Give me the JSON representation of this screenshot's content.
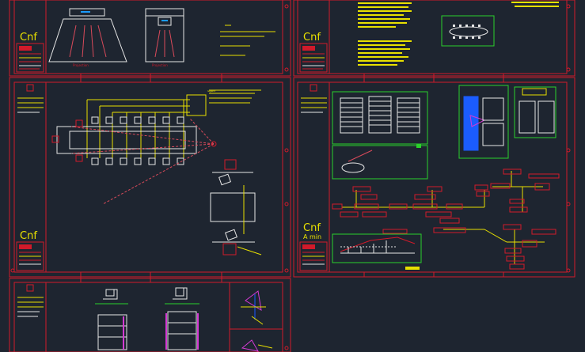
{
  "drawing": {
    "background": "#1e2530",
    "frame_color": "#d11a2a",
    "accent_yellow": "#e8e000",
    "accent_green": "#2bd12b",
    "accent_blue": "#1b5cff",
    "accent_magenta": "#d43ad4",
    "text_white": "#e6e6e6"
  },
  "sheets": [
    {
      "id": "sheet-top-left",
      "logo": "Cnf",
      "sub": ""
    },
    {
      "id": "sheet-top-right",
      "logo": "Cnf",
      "sub": ""
    },
    {
      "id": "sheet-mid-left",
      "logo": "Cnf",
      "sub": ""
    },
    {
      "id": "sheet-mid-right",
      "logo": "Cnf",
      "sub": "A min"
    },
    {
      "id": "sheet-bottom-left",
      "logo": "",
      "sub": ""
    }
  ]
}
